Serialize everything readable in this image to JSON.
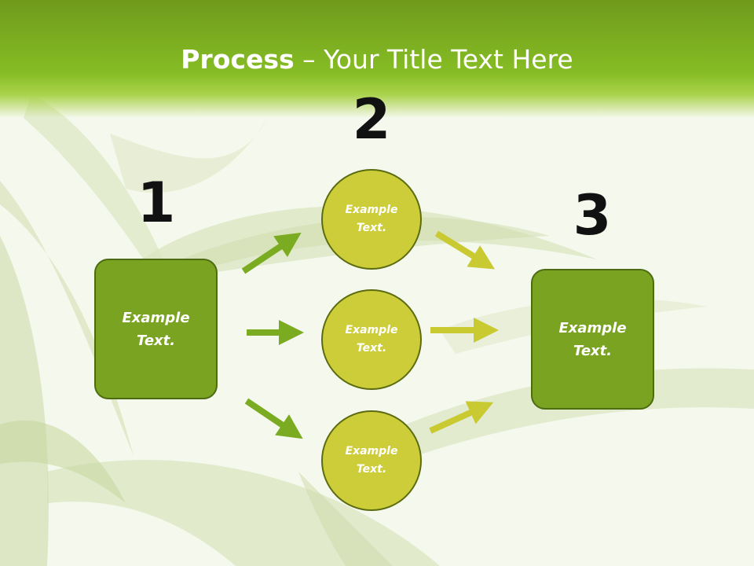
{
  "slide": {
    "title_bold": "Process",
    "title_rest": " – Your Title Text Here"
  },
  "steps": {
    "step1": {
      "number": "1",
      "text": "Example Text."
    },
    "step2": {
      "number": "2",
      "circles": [
        "Example Text.",
        "Example Text.",
        "Example Text."
      ]
    },
    "step3": {
      "number": "3",
      "text": "Example Text."
    }
  },
  "colors": {
    "header_green": "#86bd24",
    "box_green": "#7aa321",
    "circle_yellow": "#cdcd3a",
    "arrow_left": "#7aab21",
    "arrow_right": "#c9c932"
  }
}
